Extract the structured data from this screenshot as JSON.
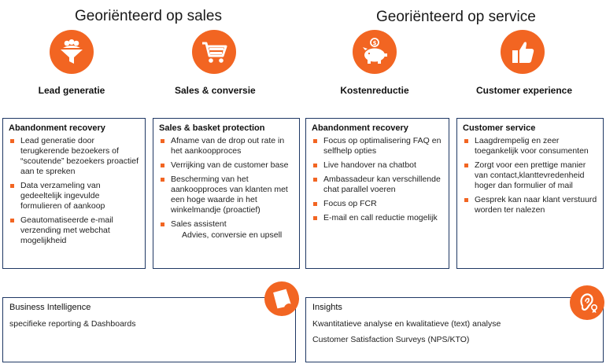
{
  "headings": {
    "sales": "Georiënteerd op sales",
    "service": "Georiënteerd op service"
  },
  "categories": [
    {
      "label": "Lead generatie",
      "icon": "funnel-people-icon"
    },
    {
      "label": "Sales & conversie",
      "icon": "shopping-cart-icon"
    },
    {
      "label": "Kostenreductie",
      "icon": "piggy-bank-icon"
    },
    {
      "label": "Customer experience",
      "icon": "thumbs-up-icon"
    }
  ],
  "boxes": [
    {
      "title": "Abandonment recovery",
      "items": [
        "Lead generatie door terugkerende bezoekers of “scoutende” bezoekers proactief aan te spreken",
        "Data verzameling van gedeeltelijk ingevulde formulieren of aankoop",
        "Geautomatiseerde e-mail verzending met webchat mogelijkheid"
      ]
    },
    {
      "title": "Sales & basket protection",
      "items": [
        "Afname van de drop out rate in het aankoopproces",
        "Verrijking van de customer base",
        "Bescherming van  het aankoopproces van klanten met een hoge waarde in het winkelmandje (proactief)",
        "Sales assistent"
      ],
      "sub": "Advies, conversie en upsell"
    },
    {
      "title": "Abandonment recovery",
      "items": [
        "Focus op optimalisering FAQ en selfhelp opties",
        "Live handover na chatbot",
        "Ambassadeur kan verschillende chat parallel voeren",
        "Focus op FCR",
        "E-mail en call reductie mogelijk"
      ]
    },
    {
      "title": "Customer service",
      "items": [
        "Laagdrempelig en zeer toegankelijk voor consumenten",
        "Zorgt voor een prettige manier van contact,klanttevredenheid hoger dan formulier of mail",
        "Gesprek kan naar klant verstuurd worden ter nalezen"
      ]
    }
  ],
  "bottom": {
    "bi": {
      "title": "Business Intelligence",
      "lines": [
        "specifieke reporting & Dashboards"
      ],
      "icon": "document-icon"
    },
    "insights": {
      "title": "Insights",
      "lines": [
        "Kwantitatieve analyse en kwalitatieve (text) analyse",
        "Customer Satisfaction Surveys (NPS/KTO)"
      ],
      "icon": "ear-award-icon"
    }
  },
  "colors": {
    "accent": "#f26522",
    "border": "#1f3864"
  }
}
